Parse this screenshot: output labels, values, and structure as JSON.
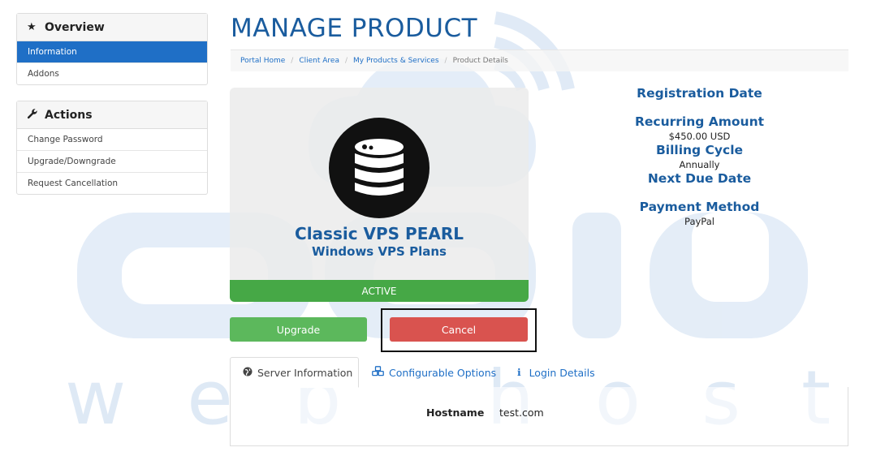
{
  "sidebar": {
    "overview": {
      "title": "Overview",
      "items": [
        {
          "label": "Information",
          "active": true
        },
        {
          "label": "Addons",
          "active": false
        }
      ]
    },
    "actions": {
      "title": "Actions",
      "items": [
        {
          "label": "Change Password"
        },
        {
          "label": "Upgrade/Downgrade"
        },
        {
          "label": "Request Cancellation"
        }
      ]
    }
  },
  "page": {
    "title": "MANAGE PRODUCT"
  },
  "breadcrumb": {
    "items": [
      "Portal Home",
      "Client Area",
      "My Products & Services"
    ],
    "current": "Product Details"
  },
  "product": {
    "name": "Classic VPS PEARL",
    "group": "Windows VPS Plans",
    "status": "ACTIVE",
    "icon": "database-icon"
  },
  "buttons": {
    "upgrade": "Upgrade",
    "cancel": "Cancel"
  },
  "details": {
    "registration_date": {
      "label": "Registration Date",
      "value": ""
    },
    "recurring_amount": {
      "label": "Recurring Amount",
      "value": "$450.00 USD"
    },
    "billing_cycle": {
      "label": "Billing Cycle",
      "value": "Annually"
    },
    "next_due_date": {
      "label": "Next Due Date",
      "value": ""
    },
    "payment_method": {
      "label": "Payment Method",
      "value": "PayPal"
    }
  },
  "tabs": [
    {
      "label": "Server Information",
      "icon": "globe-icon",
      "active": true
    },
    {
      "label": "Configurable Options",
      "icon": "cubes-icon",
      "active": false
    },
    {
      "label": "Login Details",
      "icon": "info-icon",
      "active": false
    }
  ],
  "server_info": {
    "hostname_label": "Hostname",
    "hostname_value": "test.com"
  },
  "watermark": {
    "text": "web hosting"
  },
  "colors": {
    "primary": "#1f6fc6",
    "heading": "#1a5c9e",
    "success": "#5cb85c",
    "status_active": "#46a846",
    "danger": "#d9534f",
    "watermark": "#dbe7f5"
  }
}
